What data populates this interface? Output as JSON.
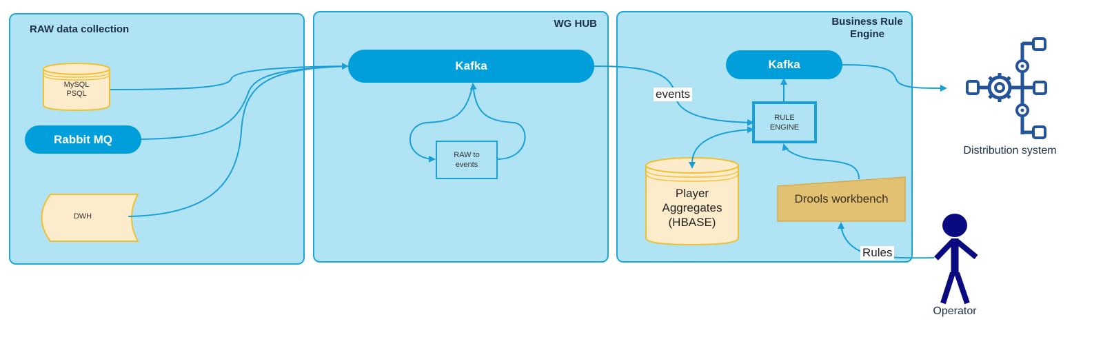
{
  "panels": {
    "raw": {
      "title": "RAW data collection"
    },
    "hub": {
      "title": "WG HUB"
    },
    "bre": {
      "title": "Business Rule Engine"
    }
  },
  "nodes": {
    "mysql": {
      "line1": "MySQL",
      "line2": "PSQL"
    },
    "rabbit": "Rabbit MQ",
    "dwh": "DWH",
    "kafka_hub": "Kafka",
    "raw_to_events": {
      "line1": "RAW to",
      "line2": "events"
    },
    "kafka_bre": "Kafka",
    "rule_engine": {
      "line1": "RULE",
      "line2": "ENGINE"
    },
    "player_aggregates": {
      "line1": "Player",
      "line2": "Aggregates",
      "line3": "(HBASE)"
    },
    "drools": "Drools workbench",
    "distribution": "Distribution system",
    "operator": "Operator"
  },
  "edge_labels": {
    "events": "events",
    "rules": "Rules"
  },
  "colors": {
    "panel_fill": "#b0e3f3",
    "panel_border": "#1fa6d9",
    "pill_fill": "#009fdb",
    "db_fill": "#fdeccb",
    "db_border": "#f0c030",
    "drools_fill": "#e2c173",
    "icon_navy": "#25539a",
    "operator_navy": "#0a0a80"
  }
}
